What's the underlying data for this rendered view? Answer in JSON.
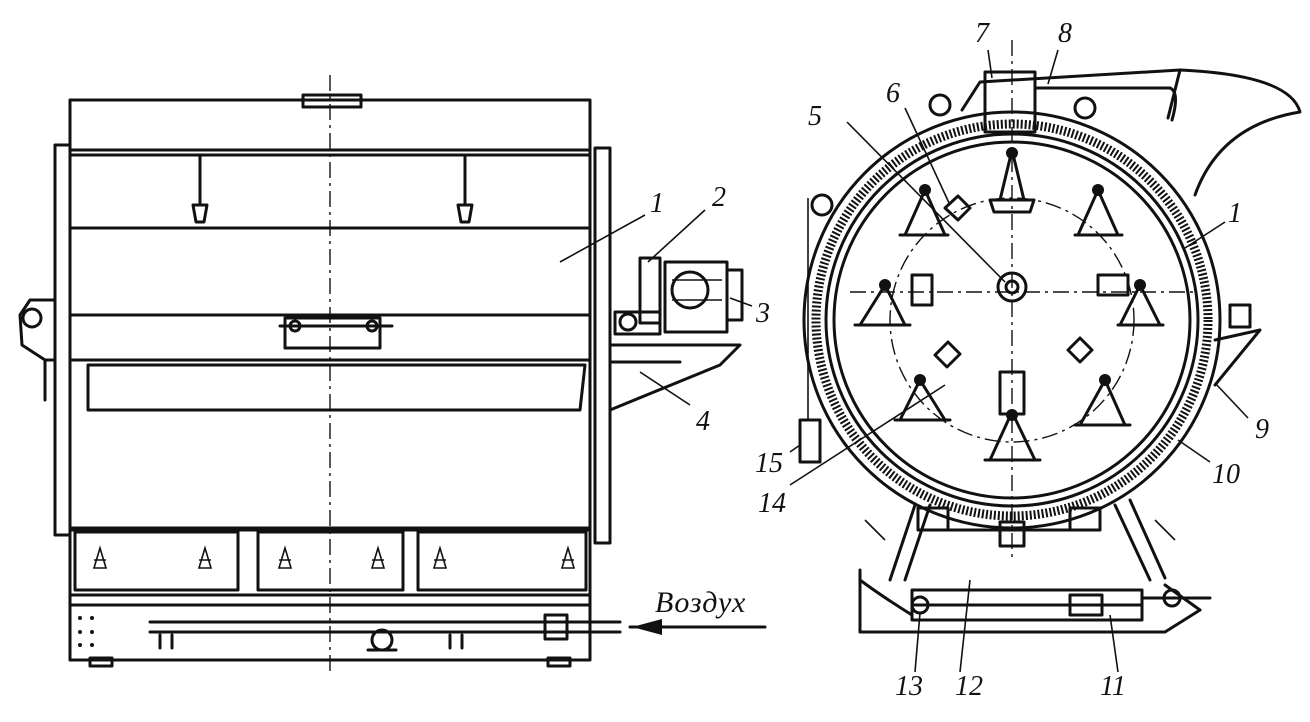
{
  "labels": {
    "l1a": "1",
    "l2": "2",
    "l3": "3",
    "l4": "4",
    "l5": "5",
    "l6": "6",
    "l7": "7",
    "l8": "8",
    "l1b": "1",
    "l9": "9",
    "l10": "10",
    "l11": "11",
    "l12": "12",
    "l13": "13",
    "l14": "14",
    "l15": "15"
  },
  "air_label": "Воздух"
}
